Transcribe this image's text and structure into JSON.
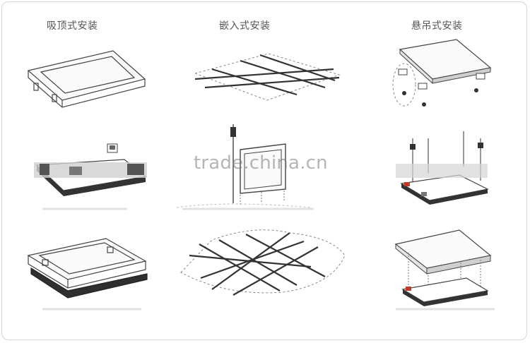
{
  "columns": [
    {
      "title": "吸顶式安装"
    },
    {
      "title": "嵌入式安装"
    },
    {
      "title": "悬吊式安装"
    }
  ],
  "watermark": "trade.china.cn",
  "colors": {
    "line": "#333333",
    "dash": "#888888",
    "panel": "#444444",
    "accent": "#c0392b"
  }
}
